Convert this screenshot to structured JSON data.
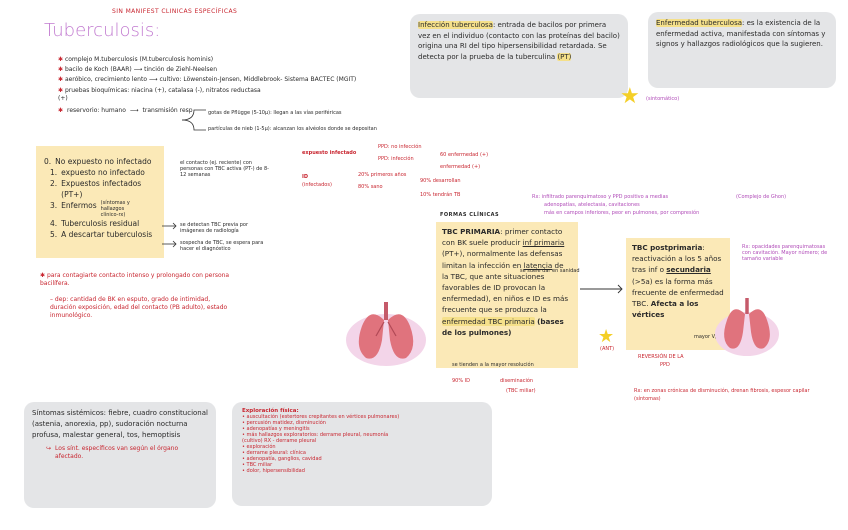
{
  "title": {
    "main": "Tuberculosis:",
    "annot": "SIN MANIFEST CLINICAS ESPECÍFICAS"
  },
  "bullets": {
    "b1": "complejo M.tuberculosis (M.tuberculosis hominis)",
    "b2a": "bacilo de Koch (BAAR)",
    "b2b": "tinción de Ziehl-Neelsen",
    "b3a": "aeróbico, crecimiento lento",
    "b3b": "cultivo: Löwenstein-Jensen, Middlebrook- Sistema BACTEC (MGIT)",
    "b4": "pruebas bioquímicas: niacina (+), catalasa (-), nitratos reductasa (+)",
    "b5a": "reservorio: humano",
    "b5b": "transmisión resp",
    "b5c": "gotas de Pflügge (5-10µ): llegan a las vías periféricas",
    "b5d": "partículas de nieb (1-5µ): alcanzan los alvéolos donde se depositan"
  },
  "infeccion_box": {
    "term": "Infección tuberculosa",
    "text": ": entrada de bacilos por primera vez en el individuo (contacto con las proteínas del bacilo) origina una RI del tipo hipersensibilidad retardada. Se detecta por la prueba de la tuberculina",
    "pt": "(PT)"
  },
  "enfermedad_box": {
    "term": "Enfermedad tuberculosa",
    "text": ": es la existencia de la enfermedad activa, manifestada con síntomas y signos y hallazgos radiológicos que la sugieren."
  },
  "sintomatico": "(sintomático)",
  "class_box": {
    "items": [
      {
        "num": "0.",
        "label": "No expuesto no infectado"
      },
      {
        "num": "1.",
        "label": "expuesto no infectado"
      },
      {
        "num": "2.",
        "label": "Expuestos infectados (PT+)"
      },
      {
        "num": "3.",
        "label": "Enfermos"
      },
      {
        "num": "4.",
        "label": "Tuberculosis residual"
      },
      {
        "num": "5.",
        "label": "A descartar tuberculosis"
      }
    ],
    "enfermos_note": "(síntomas y hallazgos clínico-rx)",
    "note1": "el contacto (ej. reciente) con personas con TBC activa (PT-) de 8-12 semanas",
    "note2": "se detectan TBC previa por imágenes de radiología",
    "note3": "sospecha de TBC, se espera para hacer el diagnóstico"
  },
  "contagio": {
    "head": "para contagiarte contacto intenso y prolongado con persona bacilífera.",
    "dep": "dep: cantidad de BK en esputo, grado de intimidad, duración exposición, edad del contacto (PB adulto), estado inmunológico."
  },
  "expuesto": {
    "a": "expuesto infectado",
    "a1": "PPD: no infección",
    "a2": "PPD: infección",
    "a3": "60 enfermedad (+)",
    "a4": "enfermedad (+)",
    "b": "ID",
    "b0": "(infectados)",
    "b1": "20% primeros años",
    "b2": "80% sano",
    "b3": "90% desarrollan",
    "b4": "10% tendrán TB"
  },
  "formas": {
    "label": "FORMAS CLÍNICAS",
    "note1": "Rx: infiltrado parenquimatoso y PPD positivo a medias",
    "note2": "(Complejo de Ghon)",
    "note3": "adenopatías, atelectasia, cavitaciones",
    "note4": "más en campos inferiores, peor en pulmones, por compresión"
  },
  "primaria": {
    "title": "TBC PRIMARIA",
    "p1": ": primer contacto con BK suele producir",
    "p1h": "inf primaria",
    "p2": "(PT+), normalmente las defensas limitan la infección en",
    "p2h": "latencia",
    "p3": "de la TBC, que ante situaciones favorables de ID provocan la enfermedad), en niños e ID es más frecuente que se produzca la",
    "p3h": "enfermedad TBC primaria",
    "p4": "(bases de los pulmones)",
    "side_note": "se suele dar en sanidad",
    "bottom": "se tienden a la mayor resolución"
  },
  "postprimaria": {
    "title": "TBC postprimaria",
    "p1": ": reactivación a los 5 años tras inf o",
    "p1h": "secundaria",
    "p2": "(>5a) es la forma más frecuente de enfermedad TBC.",
    "p2h": "Afecta a los vértices",
    "mayor": "mayor V/Q",
    "rx": "Rx: opacidades parenquimatosas con cavitación. Mayor número; de tamaño variable",
    "revers": "REVERSIÓN DE LA",
    "revers2": "PPD",
    "ry": "Rx: en zonas crónicas de disminución, drenan fibrosis, espesor capilar",
    "ry2": "(síntomas)"
  },
  "primaria_red": {
    "a": "90% ID",
    "b": "diseminación",
    "c": "(TBC miliar)"
  },
  "star_ant": "(ANT)",
  "sintomas_box": {
    "text": "Síntomas sistémicos: fiebre, cuadro constitucional (astenia, anorexia, pp), sudoración nocturna profusa, malestar general, tos, hemoptisis",
    "red": "Los sínt. específicos van según el órgano afectado."
  },
  "exploracion_box": {
    "title": "Exploración física:",
    "lines": [
      "• auscultación (estertores crepitantes en vértices pulmonares)",
      "• percusión matidez, disminución",
      "• adenopatías y meningitis",
      "• más hallazgos exploratorios: derrame pleural, neumonía",
      "  (cultivo) RX - derrame pleural",
      "• exploración",
      "  • derrame pleural: clínica",
      "  • adenopatía, ganglios, cavidad",
      "  • TBC miliar",
      "  • dolor, hipersensibilidad"
    ]
  }
}
